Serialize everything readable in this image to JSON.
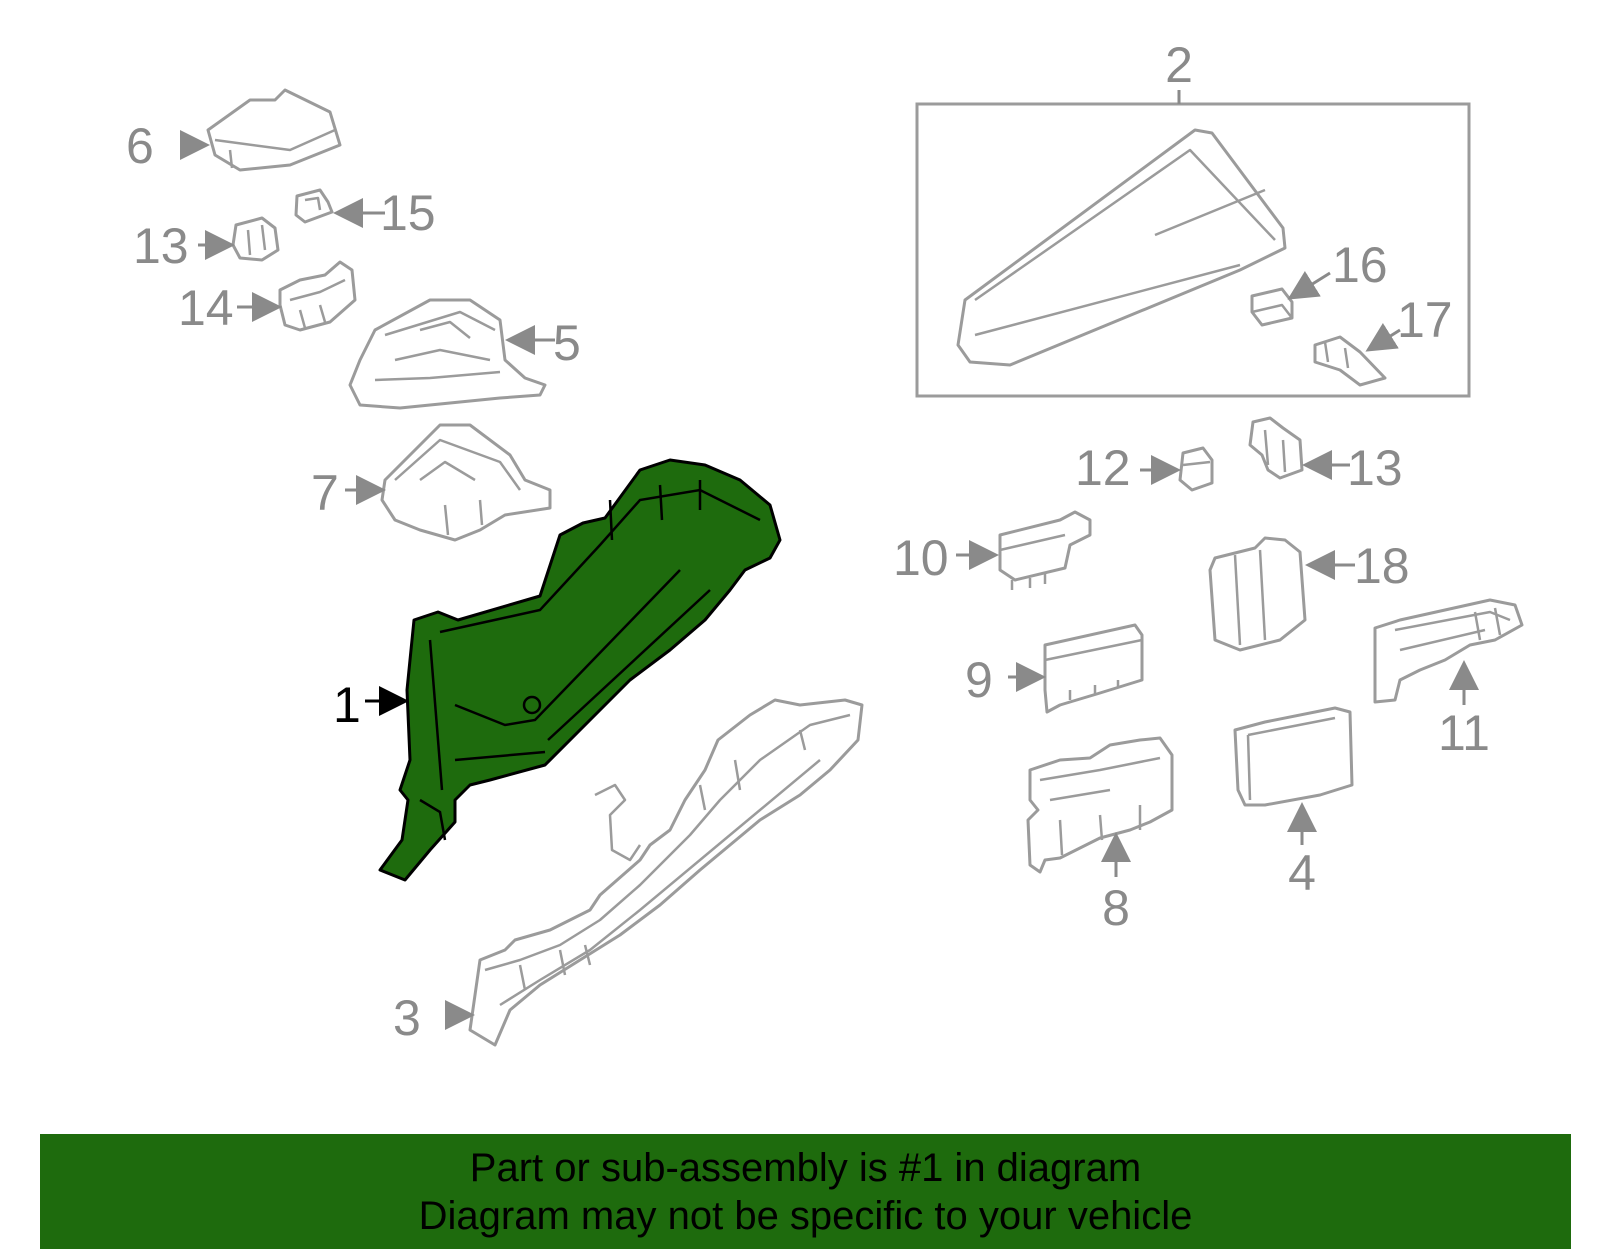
{
  "diagram": {
    "callouts": {
      "c1": "1",
      "c2": "2",
      "c3": "3",
      "c4": "4",
      "c5": "5",
      "c6": "6",
      "c7": "7",
      "c8": "8",
      "c9": "9",
      "c10": "10",
      "c11": "11",
      "c12": "12",
      "c13a": "13",
      "c13b": "13",
      "c14": "14",
      "c15": "15",
      "c16": "16",
      "c17": "17",
      "c18": "18"
    },
    "highlight_color": "#1e6b0d",
    "outline_color": "#9b9b9b"
  },
  "banner": {
    "line1": "Part or sub-assembly is #1 in diagram",
    "line2": "Diagram may not be specific to your vehicle"
  }
}
